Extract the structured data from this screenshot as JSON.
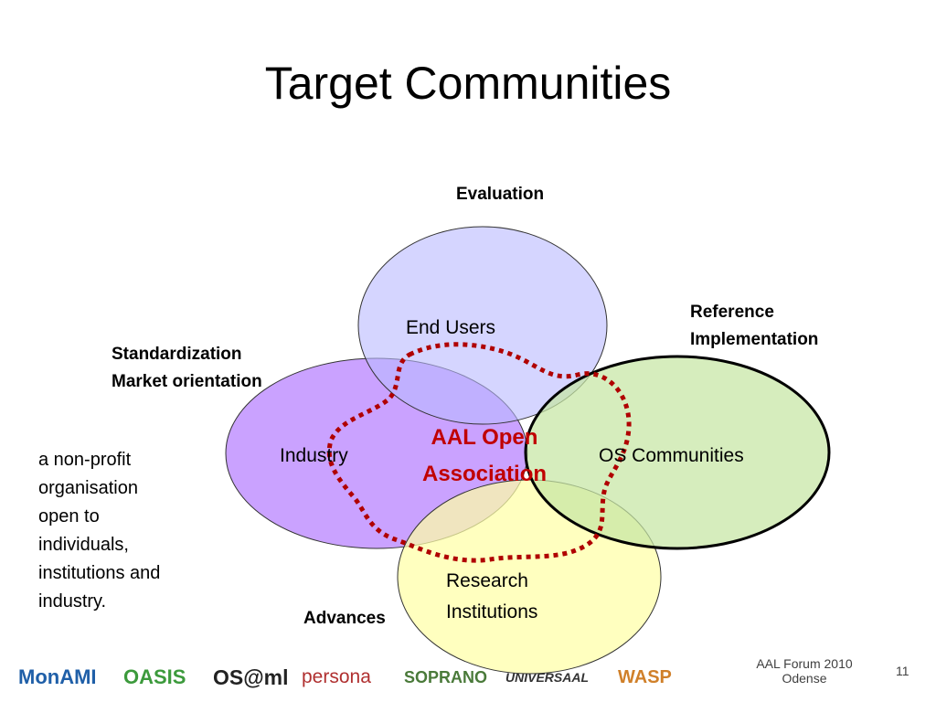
{
  "slide": {
    "title": "Target Communities",
    "labels": {
      "evaluation": "Evaluation",
      "reference_1": "Reference",
      "reference_2": "Implementation",
      "standardization_1": "Standardization",
      "standardization_2": "Market orientation",
      "advances": "Advances"
    },
    "description": [
      "a non-profit",
      "organisation",
      "open to",
      "individuals,",
      "institutions and",
      "industry."
    ]
  },
  "diagram": {
    "circles": {
      "end_users": {
        "label": "End Users",
        "color": "#ccccff"
      },
      "industry": {
        "label": "Industry",
        "color": "#bb88ff"
      },
      "os_communities": {
        "label": "OS Communities",
        "color": "#c6e6a3"
      },
      "research_1": "Research",
      "research_2": "Institutions",
      "research_color": "#ffffa6"
    },
    "center": {
      "line1": "AAL Open",
      "line2": "Association",
      "color": "#c00000"
    }
  },
  "footer": {
    "event_1": "AAL Forum 2010",
    "event_2": "Odense",
    "page_number": "11"
  },
  "logos": {
    "monami": "MonAMI",
    "oasis": "OASIS",
    "oseml": "OS@ml",
    "persona": "persona",
    "soprano": "SOPRANO",
    "universaal": "UNIVERSAAL",
    "wasp": "WASP"
  }
}
